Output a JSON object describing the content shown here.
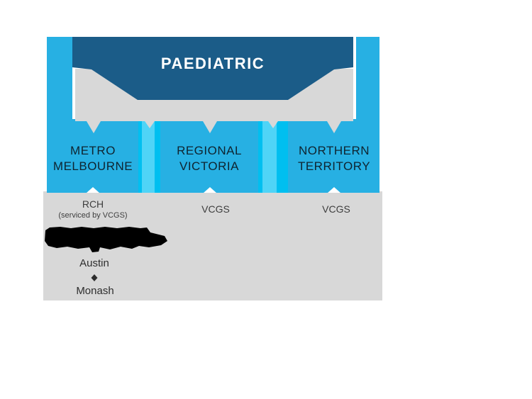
{
  "title": "PAEDIATRIC",
  "regions": [
    {
      "name_line1": "METRO",
      "name_line2": "MELBOURNE",
      "provider": "RCH",
      "provider_note": "(serviced by VCGS)"
    },
    {
      "name_line1": "REGIONAL",
      "name_line2": "VICTORIA",
      "provider": "VCGS",
      "provider_note": ""
    },
    {
      "name_line1": "NORTHERN",
      "name_line2": "TERRITORY",
      "provider": "VCGS",
      "provider_note": ""
    }
  ],
  "metro_providers_list": [
    "Austin",
    "Monash"
  ],
  "colors": {
    "cyan": "#27b0e3",
    "connector": "#00bff0",
    "connector_inner": "#4fd4f7",
    "navy": "#1b5c88",
    "gray": "#d8d8d8",
    "title_text": "#ffffff",
    "box_text": "#0f2430",
    "sub_text": "#3e3e3e",
    "list_text": "#2d2d2d",
    "black": "#000000",
    "white": "#ffffff"
  }
}
